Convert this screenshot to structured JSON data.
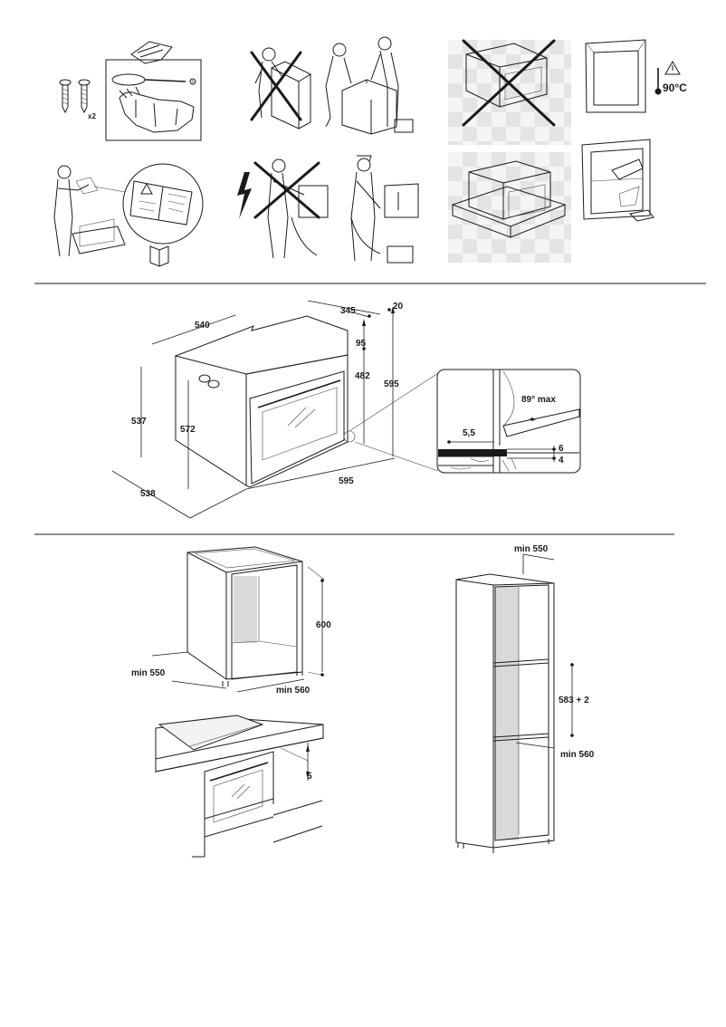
{
  "warnings": {
    "screws_multiplier": "x2",
    "max_temperature": "90°C"
  },
  "oven_dimensions": {
    "depth_top": "540",
    "depth_housing": "345",
    "offset_top": "20",
    "panel_height": "95",
    "door_height": "482",
    "total_height": "595",
    "side_height": "537",
    "body_height": "572",
    "side_depth": "538",
    "width": "595"
  },
  "door_detail": {
    "door_angle": "89° max",
    "gap_left": "5,5",
    "gap_upper": "6",
    "gap_lower": "4"
  },
  "under_counter": {
    "min_depth": "min 550",
    "height": "600",
    "min_width": "min 560",
    "gap": "5"
  },
  "column": {
    "min_depth": "min 550",
    "opening_height": "583 + 2",
    "min_width": "min 560"
  },
  "colors": {
    "line": "#1a1a1a",
    "wall_fill": "#d9d9d9",
    "tile_light": "#f4f4f4",
    "tile_dark": "#e4e4e4"
  }
}
